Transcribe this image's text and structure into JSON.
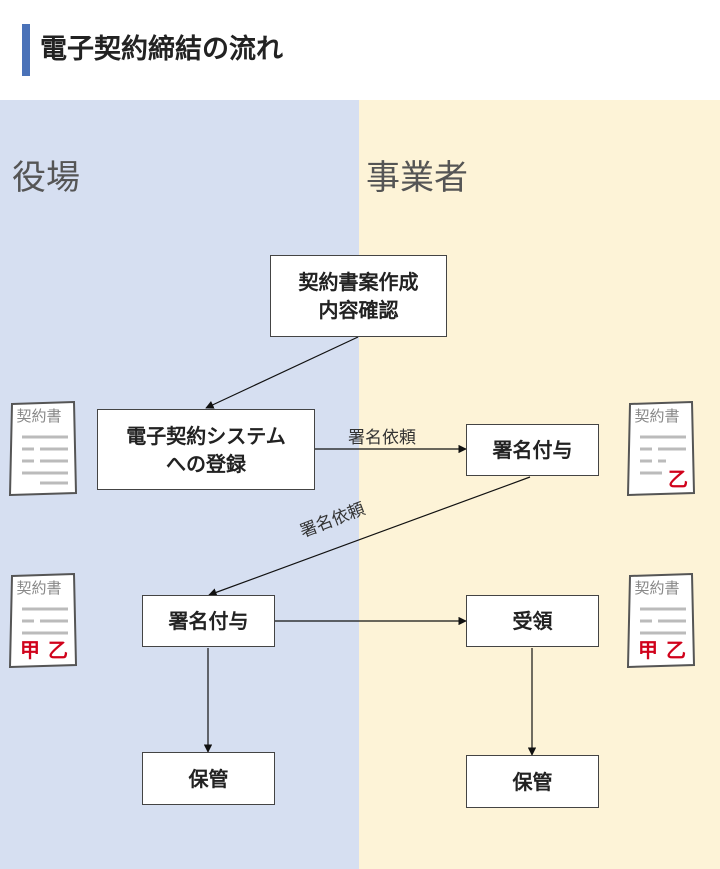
{
  "title": "電子契約締結の流れ",
  "lanes": {
    "left": "役場",
    "right": "事業者"
  },
  "nodes": {
    "draft": "契約書案作成\n内容確認",
    "register": "電子契約システム\nへの登録",
    "sign_business": "署名付与",
    "sign_office": "署名付与",
    "receive": "受領",
    "store_office": "保管",
    "store_business": "保管"
  },
  "edge_labels": {
    "request_1": "署名依頼",
    "request_2": "署名依頼"
  },
  "documents": {
    "title": "契約書",
    "seal_a": "甲",
    "seal_b": "乙"
  },
  "colors": {
    "accent": "#4a72b8",
    "left_lane": "#d6dff1",
    "right_lane": "#fdf3d7",
    "seal": "#d0021b"
  }
}
